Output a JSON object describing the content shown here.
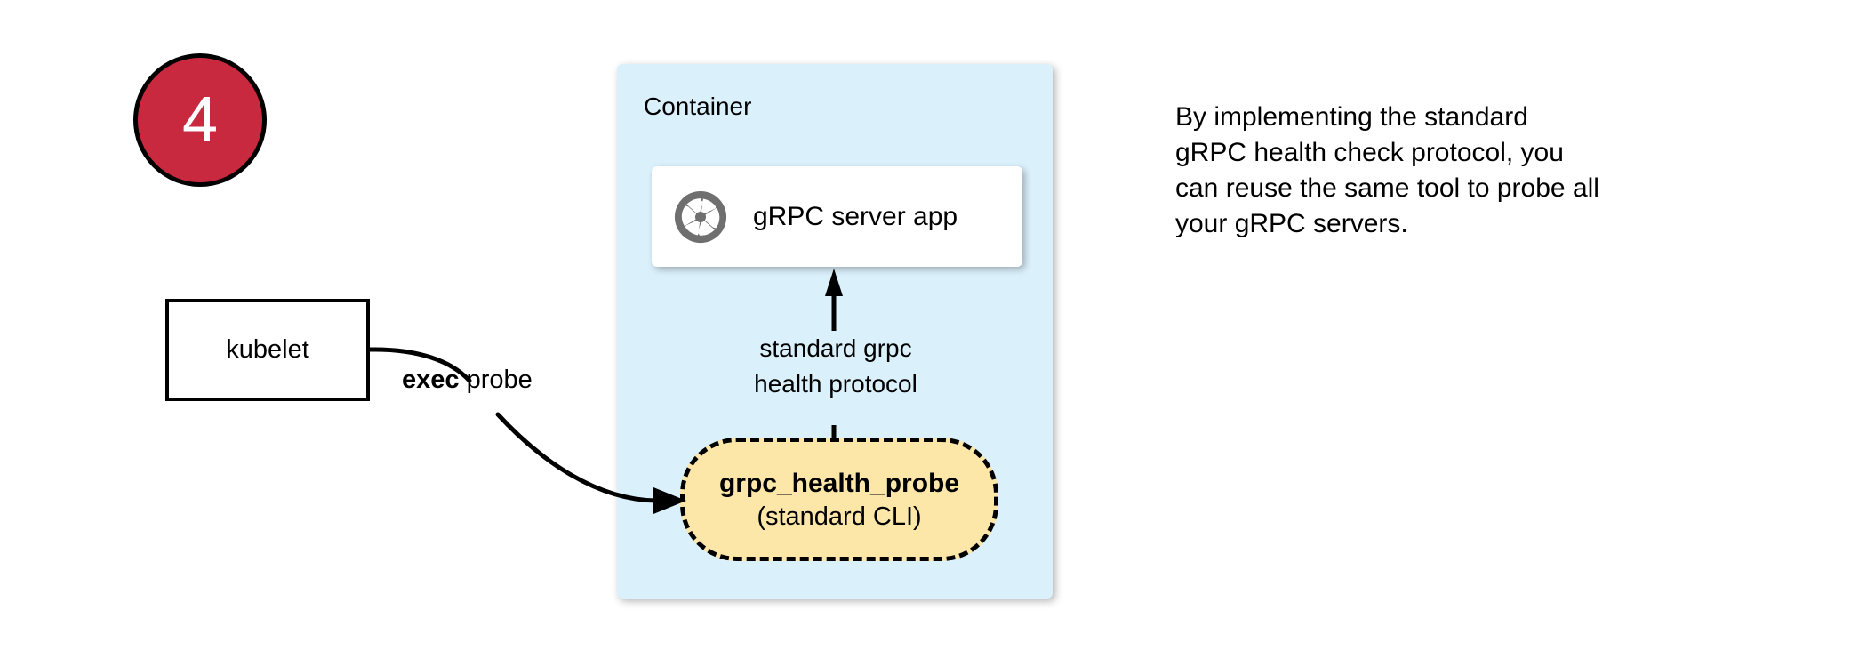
{
  "step": {
    "number": "4",
    "fill_color": "#c9293e",
    "border_color": "#000000",
    "text_color": "#ffffff"
  },
  "container": {
    "label": "Container",
    "fill_color": "#daf0fb"
  },
  "server_card": {
    "label": "gRPC server app",
    "icon": "grpc-aperture-icon",
    "icon_color": "#6f6f6f",
    "fill_color": "#ffffff"
  },
  "protocol_edge": {
    "line1": "standard grpc",
    "line2": "health protocol",
    "direction": "up",
    "style": "solid"
  },
  "probe_node": {
    "title": "grpc_health_probe",
    "subtitle": "(standard CLI)",
    "fill_color": "#fce6a8",
    "border_style": "dashed",
    "border_color": "#000000"
  },
  "kubelet": {
    "label": "kubelet",
    "fill_color": "#ffffff",
    "border_color": "#000000"
  },
  "exec_edge": {
    "keyword": "exec",
    "rest": " probe",
    "direction": "kubelet-to-probe",
    "style": "solid-curved"
  },
  "note": {
    "line1": "By implementing the standard",
    "line2": "gRPC health check protocol, you",
    "line3": "can reuse the same tool to probe all",
    "line4": "your gRPC servers."
  }
}
